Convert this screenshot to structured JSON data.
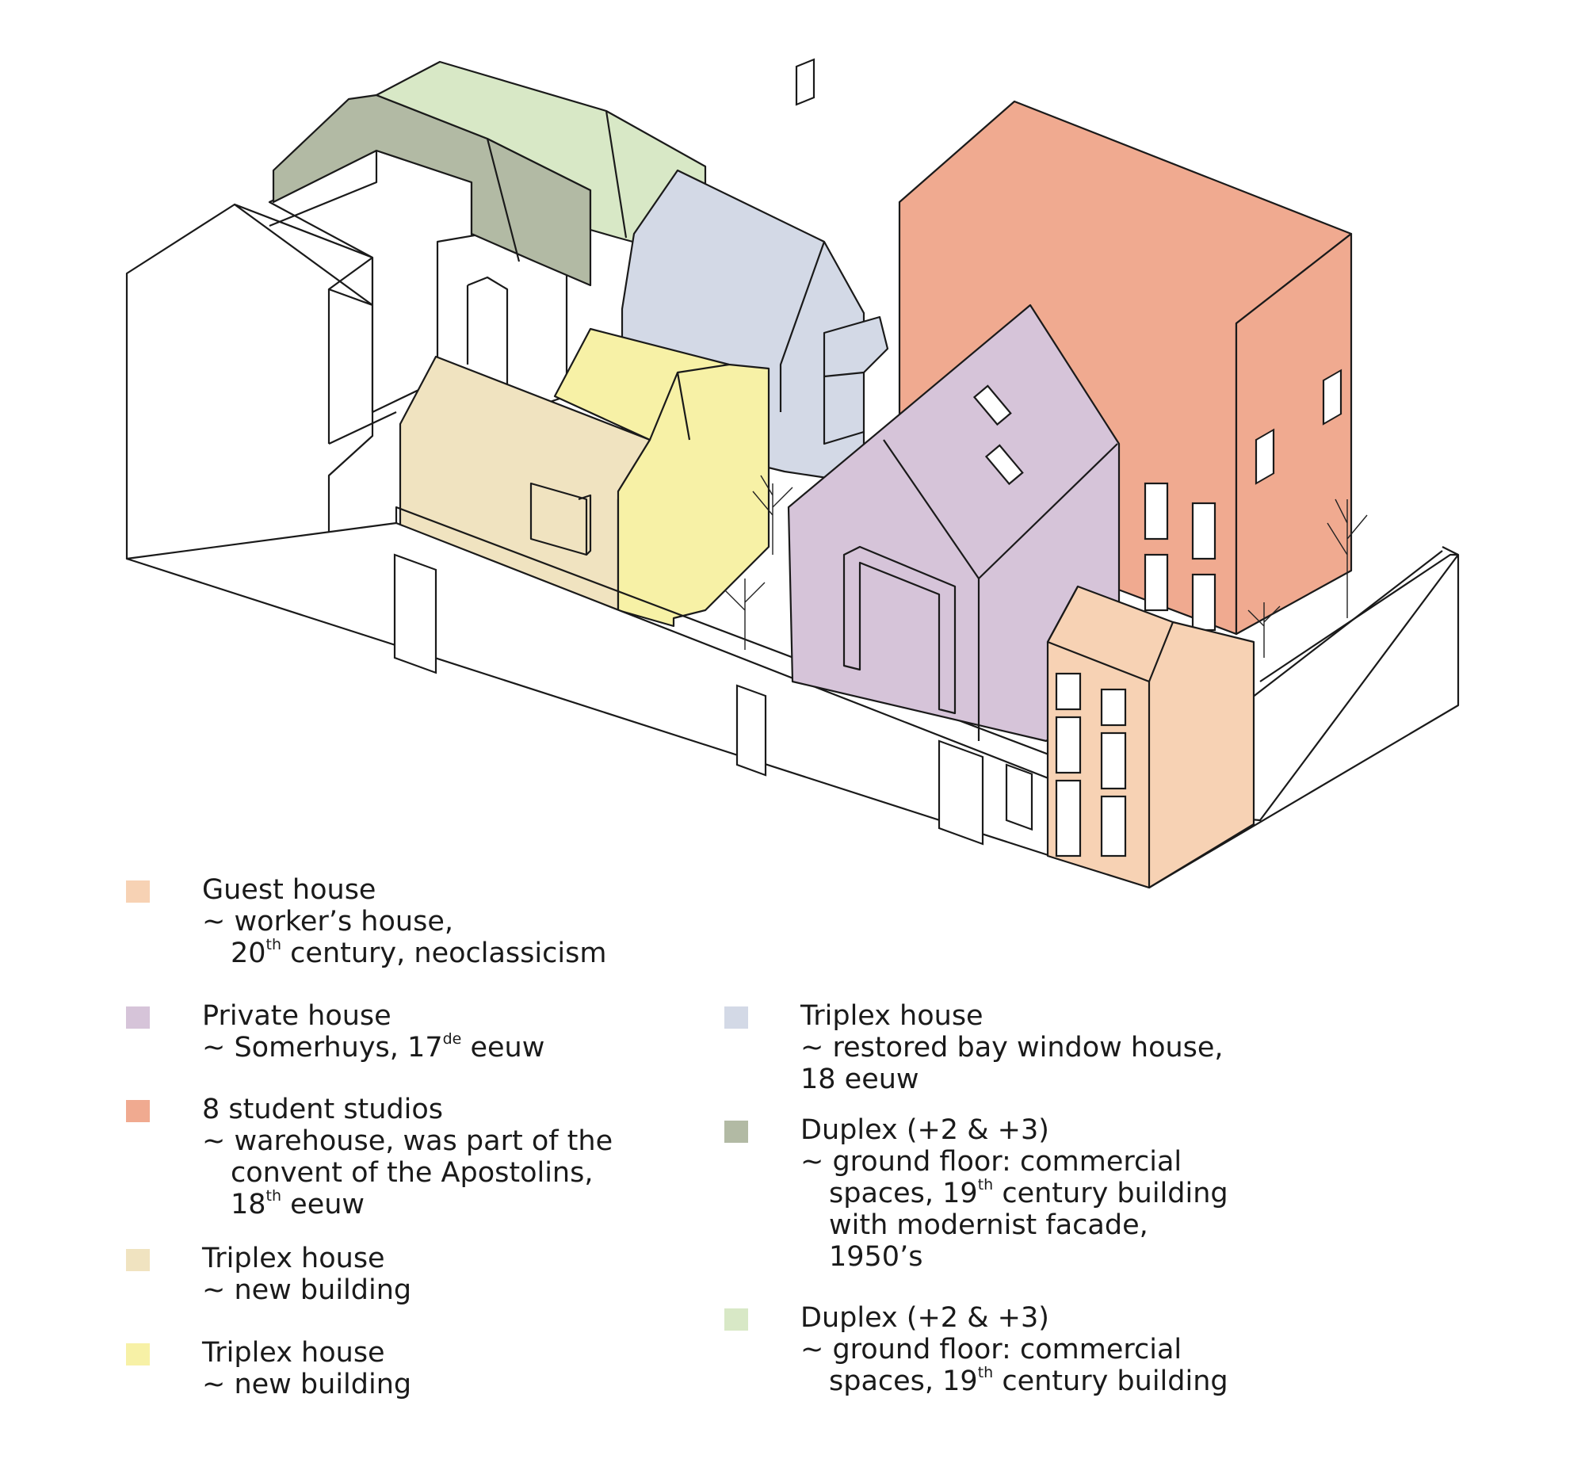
{
  "colors": {
    "guest_house": "#f7d2b4",
    "private_house": "#d6c4d9",
    "student_studios": "#f0aa90",
    "triplex_new_1": "#f0e3c0",
    "triplex_new_2": "#f7f1a6",
    "triplex_bay": "#d3d9e6",
    "duplex_modernist": "#b2baa4",
    "duplex_19th": "#d8e8c6"
  },
  "legend": [
    {
      "color": "guest_house",
      "title": "Guest house",
      "lines": [
        "~ worker’s house,"
      ],
      "rest": [
        {
          "pre": "20",
          "sup": "th",
          "post": " century, neoclassicism"
        }
      ]
    },
    {
      "color": "private_house",
      "title": "Private house",
      "lines": [],
      "first": {
        "pre": "~ Somerhuys, 17",
        "sup": "de",
        "post": " eeuw"
      },
      "rest": []
    },
    {
      "color": "student_studios",
      "title": "8 student studios",
      "lines": [
        "~ warehouse, was part of the"
      ],
      "rest": [
        {
          "pre": "convent of the Apostolins,"
        },
        {
          "pre": "18",
          "sup": "th",
          "post": "  eeuw"
        }
      ]
    },
    {
      "color": "triplex_new_1",
      "title": "Triplex house",
      "lines": [
        "~ new building"
      ],
      "rest": []
    },
    {
      "color": "triplex_new_2",
      "title": "Triplex house",
      "lines": [
        "~ new building"
      ],
      "rest": []
    },
    {
      "color": "triplex_bay",
      "title": "Triplex house",
      "lines": [
        "~ restored bay window house,",
        "18    eeuw"
      ],
      "rest": []
    },
    {
      "color": "duplex_modernist",
      "title": "Duplex (+2 & +3)",
      "lines": [
        "~ ground floor: commercial"
      ],
      "rest": [
        {
          "pre": "spaces, 19",
          "sup": "th",
          "post": " century building"
        },
        {
          "pre": "with modernist facade,"
        },
        {
          "pre": "1950’s"
        }
      ]
    },
    {
      "color": "duplex_19th",
      "title": "Duplex (+2 & +3)",
      "lines": [
        "~ ground floor: commercial"
      ],
      "rest": [
        {
          "pre": "spaces, 19",
          "sup": "th",
          "post": " century building"
        }
      ]
    }
  ]
}
